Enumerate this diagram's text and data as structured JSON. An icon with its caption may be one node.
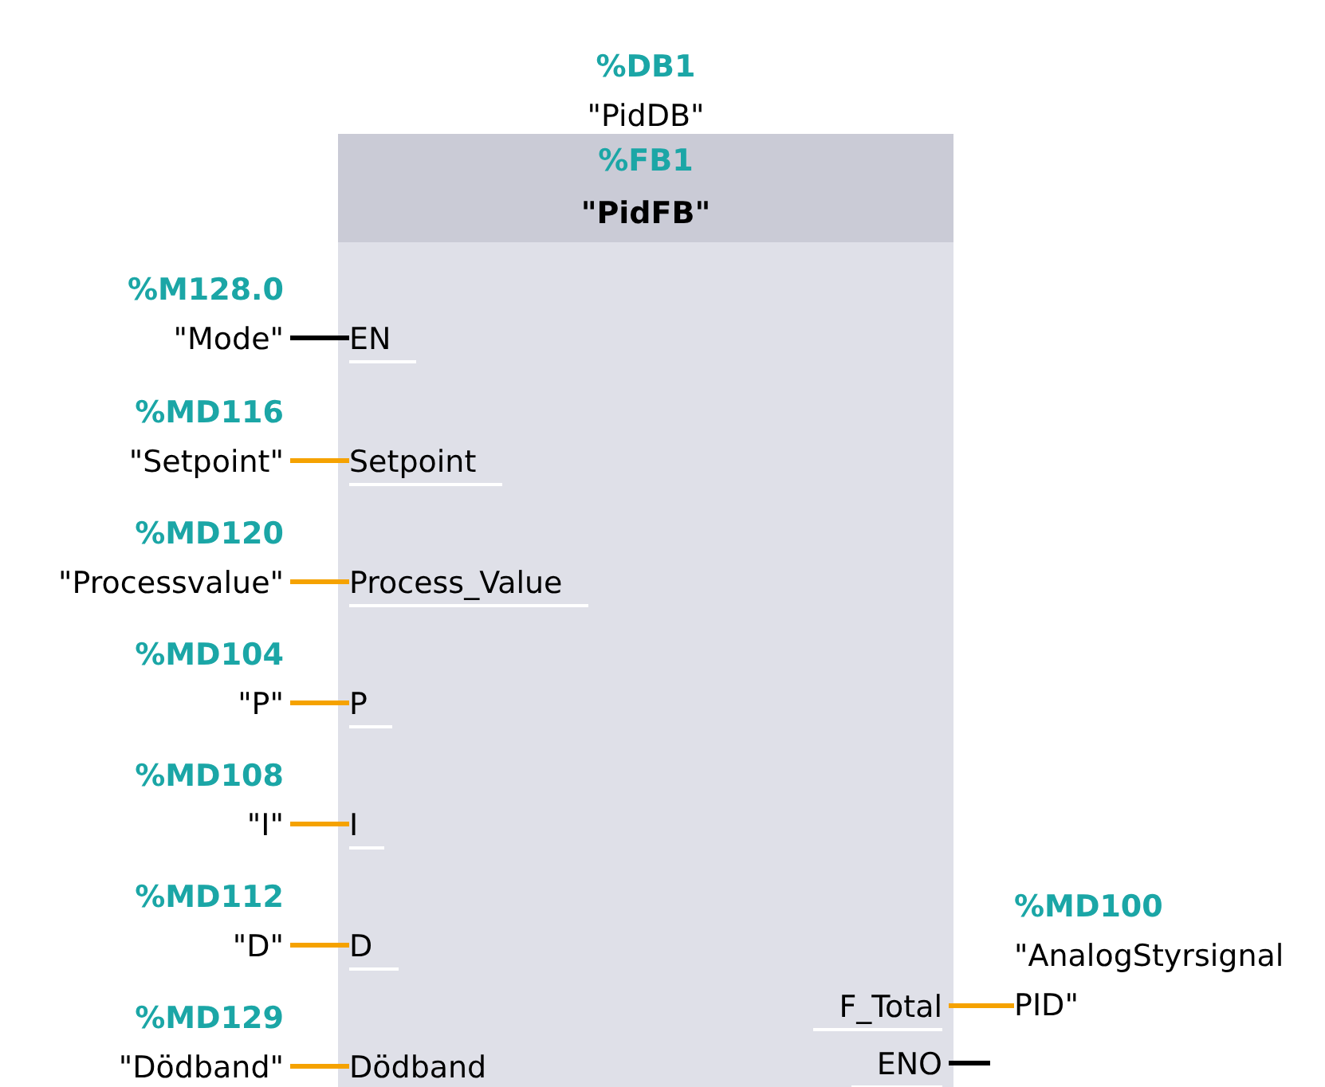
{
  "diagram": {
    "nodes": [
      {
        "text": [
          "%FB1",
          "\"PidFB\""
        ],
        "beside": [
          "%DB1",
          "\"PidDB\""
        ]
      },
      {
        "text": [
          "EN"
        ],
        "in": 0
      },
      {
        "text": [
          "Setpoint"
        ],
        "in": 0
      },
      {
        "text": [
          "Process_Value"
        ],
        "in": 0
      },
      {
        "text": [
          "P"
        ],
        "in": 0
      },
      {
        "text": [
          "I"
        ],
        "in": 0
      },
      {
        "text": [
          "D"
        ],
        "in": 0
      },
      {
        "text": [
          "Dödband"
        ],
        "in": 0
      },
      {
        "text": [
          "F_Total"
        ],
        "in": 0
      },
      {
        "text": [
          "ENO"
        ],
        "in": 0
      },
      {
        "text": [
          "%M128.0",
          "\"Mode\""
        ]
      },
      {
        "text": [
          "%MD116",
          "\"Setpoint\""
        ]
      },
      {
        "text": [
          "%MD120",
          "\"Processvalue\""
        ]
      },
      {
        "text": [
          "%MD104",
          "\"P\""
        ]
      },
      {
        "text": [
          "%MD108",
          "\"I\""
        ]
      },
      {
        "text": [
          "%MD112",
          "\"D\""
        ]
      },
      {
        "text": [
          "%MD129",
          "\"Dödband\""
        ]
      },
      {
        "text": [
          "%MD100",
          "\"AnalogStyrsignal PID\""
        ]
      }
    ],
    "edges": [
      {
        "from": 10,
        "to": 1,
        "arrow": "none",
        "color": "#000000"
      },
      {
        "from": 11,
        "to": 2,
        "arrow": "none"
      },
      {
        "from": 12,
        "to": 3,
        "arrow": "none"
      },
      {
        "from": 13,
        "to": 4,
        "arrow": "none"
      },
      {
        "from": 14,
        "to": 5,
        "arrow": "none"
      },
      {
        "from": 15,
        "to": 6,
        "arrow": "none"
      },
      {
        "from": 16,
        "to": 7,
        "arrow": "none"
      },
      {
        "from": 8,
        "to": 17,
        "arrow": "none"
      },
      {
        "from": 9,
        "to": null,
        "arrow": "none",
        "color": "#000000"
      }
    ]
  }
}
